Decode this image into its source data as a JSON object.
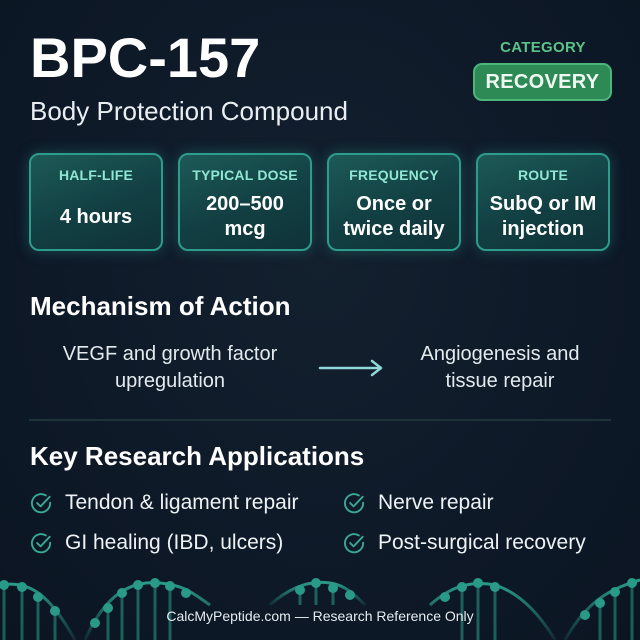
{
  "header": {
    "title": "BPC-157",
    "subtitle": "Body Protection Compound",
    "category_label": "CATEGORY",
    "category_value": "RECOVERY"
  },
  "cards": [
    {
      "label": "HALF-LIFE",
      "value": "4 hours"
    },
    {
      "label": "TYPICAL DOSE",
      "value": "200–500\nmcg"
    },
    {
      "label": "FREQUENCY",
      "value": "Once or\ntwice daily"
    },
    {
      "label": "ROUTE",
      "value": "SubQ or IM\ninjection"
    }
  ],
  "mechanism": {
    "title": "Mechanism of Action",
    "from": "VEGF and growth factor\nupregulation",
    "to": "Angiogenesis and\ntissue repair",
    "arrow_icon": "arrow-right-icon"
  },
  "applications": {
    "title": "Key Research Applications",
    "icon": "check-circle-icon",
    "items": [
      "Tendon & ligament repair",
      "Nerve repair",
      "GI healing (IBD, ulcers)",
      "Post-surgical recovery"
    ]
  },
  "footer": {
    "text": "CalcMyPeptide.com — Research Reference Only"
  },
  "colors": {
    "background": "#0e1928",
    "accent_teal": "#2e9c8c",
    "category_green": "#2e8a55",
    "category_label_green": "#5cc388",
    "card_label": "#8fe6d2",
    "check_icon": "#3aa892",
    "arrow": "#8fd6d6"
  }
}
